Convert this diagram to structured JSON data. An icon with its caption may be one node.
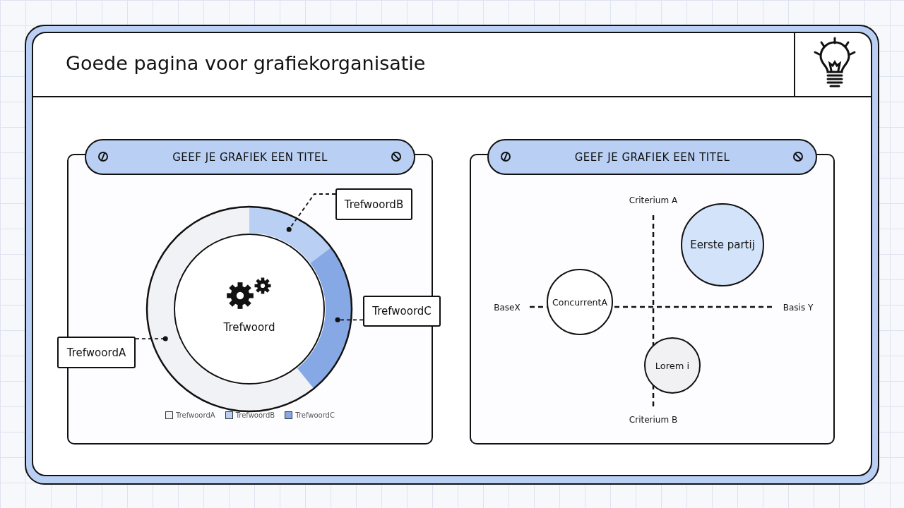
{
  "diagram": {
    "title": "Goede pagina voor grafiekorganisatie",
    "nodes": [
      {
        "text": [
          "GEEF JE GRAFIEK EEN TITEL"
        ]
      },
      {
        "text": [
          "Trefwoord"
        ],
        "in": 0
      },
      {
        "text": [
          "TrefwoordB"
        ],
        "in": 0
      },
      {
        "text": [
          "TrefwoordC"
        ]
      },
      {
        "text": [
          "TrefwoordA"
        ]
      },
      {
        "text": [
          "GEEF JE GRAFIEK EEN TITEL"
        ]
      },
      {
        "text": [
          "Eerste partij"
        ],
        "in": 5
      },
      {
        "text": [
          "ConcurrentA"
        ],
        "in": 5
      },
      {
        "text": [
          "Lorem i"
        ],
        "in": 5
      },
      {
        "text": [],
        "shape": "arc",
        "in": 0
      },
      {
        "text": [],
        "shape": "arc",
        "in": 0
      },
      {
        "text": [],
        "shape": "arc",
        "in": 0
      }
    ],
    "edges": [
      {
        "from": 2,
        "to": 10,
        "arrow": "other",
        "style": "dashed"
      },
      {
        "from": 3,
        "to": 11,
        "arrow": "other",
        "style": "dashed"
      },
      {
        "from": 4,
        "to": 9,
        "arrow": "other",
        "style": "dashed"
      }
    ],
    "labels": [
      "Criterium A",
      "BaseX",
      "Basis Y",
      "Criterium B"
    ],
    "legend": [
      {
        "text": "TrefwoordA",
        "color": "#f1f2f5"
      },
      {
        "text": "TrefwoordB",
        "color": "#b9cff3"
      },
      {
        "text": "TrefwoordC",
        "color": "#86a9e6"
      }
    ]
  }
}
